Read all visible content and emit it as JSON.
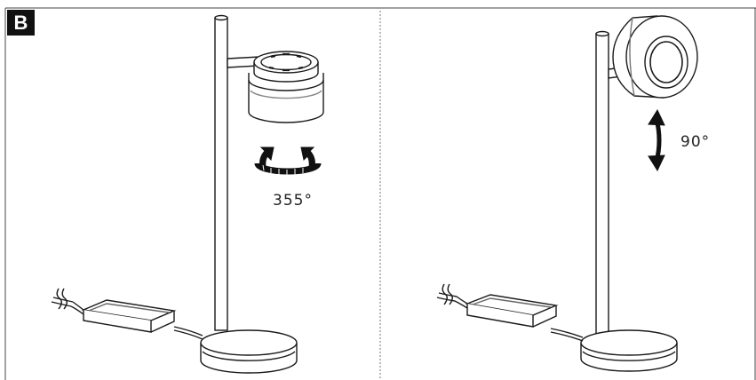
{
  "figure": {
    "badge": "B",
    "left_panel": {
      "rotation_label": "355°"
    },
    "right_panel": {
      "tilt_label": "90°"
    }
  }
}
